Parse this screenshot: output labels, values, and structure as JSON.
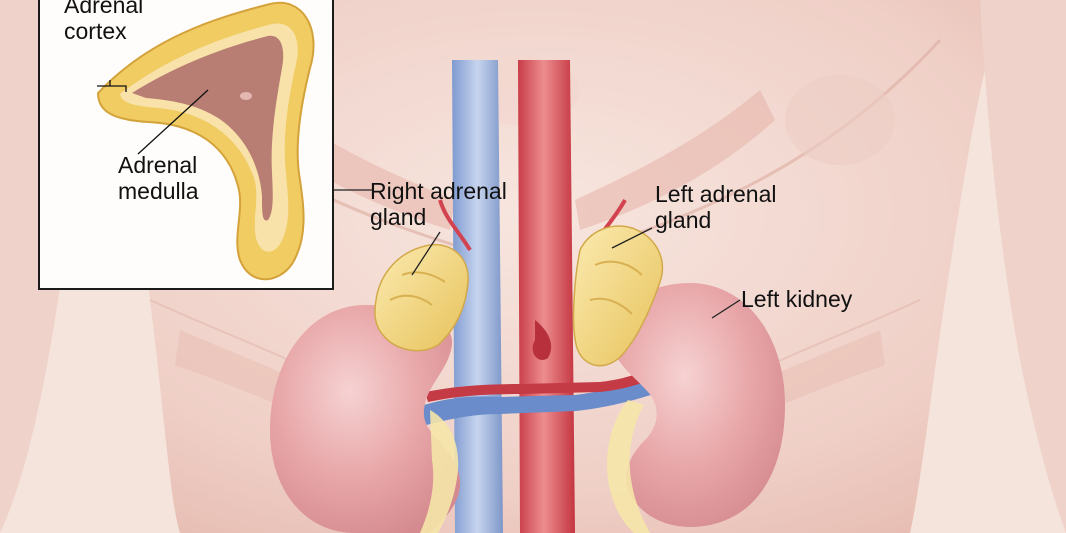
{
  "labels": {
    "adrenal_cortex": [
      "Adrenal",
      "cortex"
    ],
    "adrenal_medulla": [
      "Adrenal",
      "medulla"
    ],
    "right_adrenal_gland": [
      "Right adrenal",
      "gland"
    ],
    "left_adrenal_gland": [
      "Left adrenal",
      "gland"
    ],
    "left_kidney": "Left kidney"
  },
  "colors": {
    "skin": "#f4e4dc",
    "torso": "#efcdc2",
    "kidney": "#e8a7a8",
    "adrenal": "#f1d57f",
    "vein": "#8fa9d6",
    "artery": "#d7515a",
    "medulla": "#b7766f",
    "inset_background": "#fffdfb"
  }
}
